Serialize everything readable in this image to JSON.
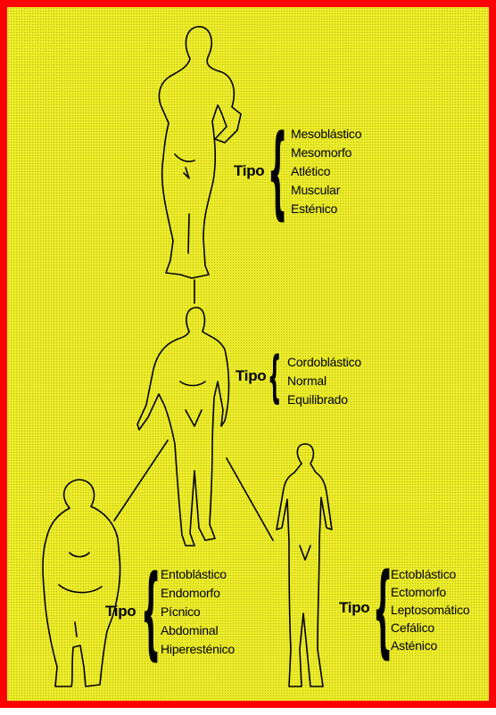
{
  "colors": {
    "border": "#ff0000",
    "background": "#eded2a",
    "ink": "#000000"
  },
  "types": [
    {
      "id": "meso",
      "tipo": "Tipo",
      "items": [
        "Mesoblástico",
        "Mesomorfo",
        "Atlético",
        "Muscular",
        "Esténico"
      ]
    },
    {
      "id": "cordo",
      "tipo": "Tipo",
      "items": [
        "Cordoblástico",
        "Normal",
        "Equilibrado"
      ]
    },
    {
      "id": "ento",
      "tipo": "Tipo",
      "items": [
        "Entoblástico",
        "Endomorfo",
        "Pícnico",
        "Abdominal",
        "Hiperesténico"
      ]
    },
    {
      "id": "ecto",
      "tipo": "Tipo",
      "items": [
        "Ectoblástico",
        "Ectomorfo",
        "Leptosomático",
        "Cefálico",
        "Asténico"
      ]
    }
  ]
}
